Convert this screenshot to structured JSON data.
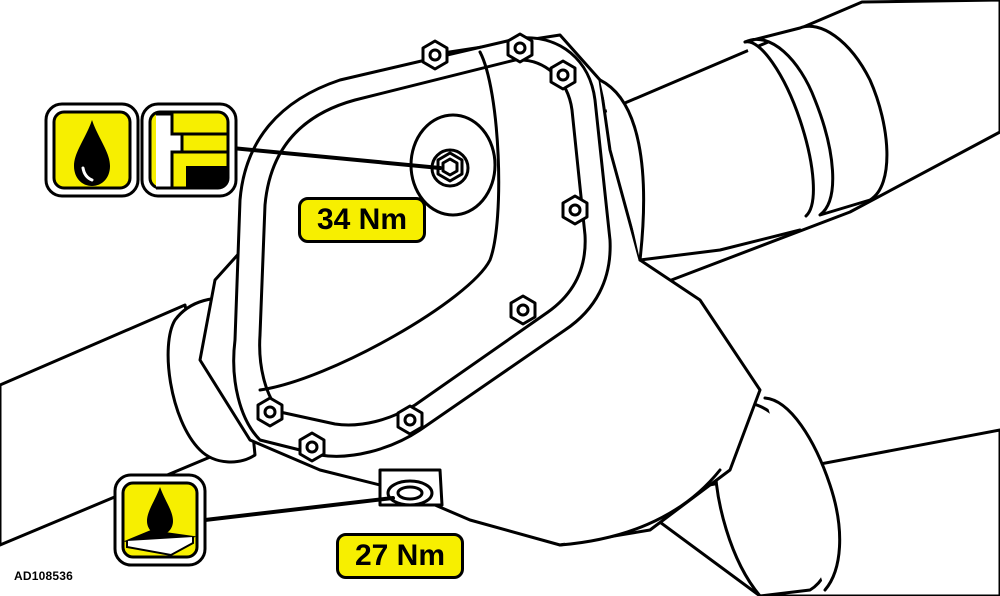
{
  "figure": {
    "id": "AD108536"
  },
  "callouts": {
    "fill_plug_torque": "34 Nm",
    "drain_plug_torque": "27 Nm"
  },
  "icons": {
    "fill_plug": [
      "oil-drop-icon",
      "fluid-level-icon"
    ],
    "drain_plug": [
      "oil-drain-icon"
    ]
  },
  "colors": {
    "label_yellow": "#f7ef00",
    "line": "#000000",
    "background": "#ffffff"
  }
}
